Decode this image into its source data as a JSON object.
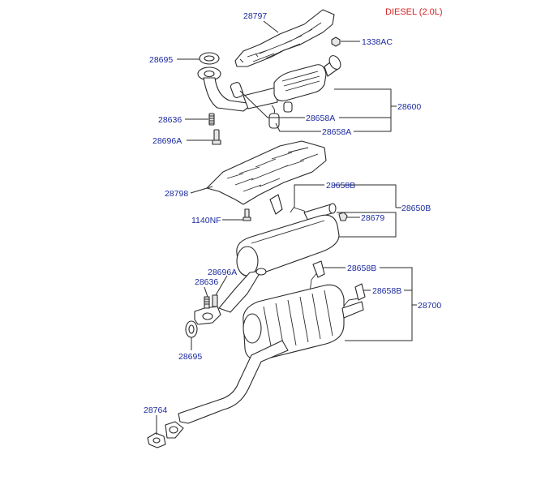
{
  "header": {
    "title": "DIESEL (2.0L)"
  },
  "parts": {
    "heat_protector_front": "28797",
    "nut_1338ac": "1338AC",
    "gasket_upper": "28695",
    "bolt_upper": "28636",
    "nut_upper": "28696A",
    "hanger_a_1": "28658A",
    "hanger_a_2": "28658A",
    "front_assy": "28600",
    "heat_protector_center": "28798",
    "hanger_b_center": "28658B",
    "bracket_28679": "28679",
    "center_muffler_assy": "28650B",
    "bolt_1140nf": "1140NF",
    "nut_lower": "28696A",
    "bolt_lower": "28636",
    "hanger_b_rear_1": "28658B",
    "hanger_b_rear_2": "28658B",
    "rear_muffler_assy": "28700",
    "gasket_lower": "28695",
    "tail_pipe_28764": "28764"
  },
  "colors": {
    "title": "#d42020",
    "label": "#1b2a9e",
    "line": "#2a2a2a"
  }
}
